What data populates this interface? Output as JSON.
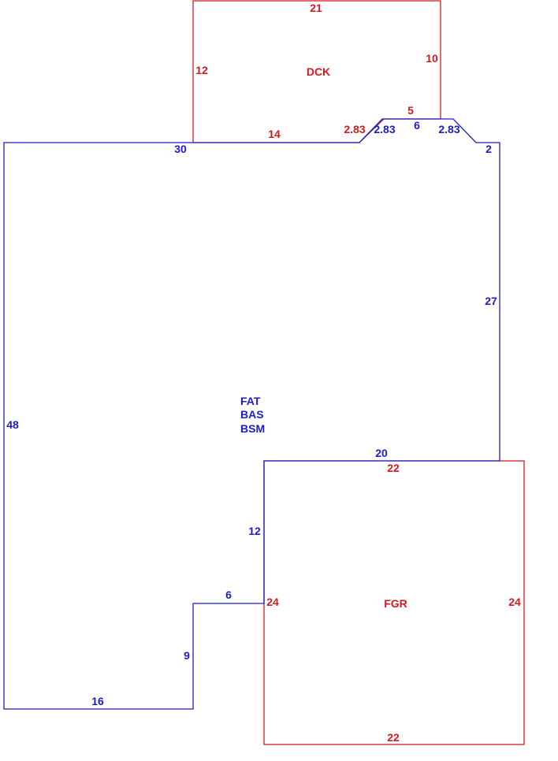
{
  "colors": {
    "main": "#1c1cc8",
    "secondary": "#d21a1a",
    "background": "#ffffff"
  },
  "areas": {
    "main": {
      "codes": [
        "FAT",
        "BAS",
        "BSM"
      ]
    },
    "deck": {
      "code": "DCK"
    },
    "garage": {
      "code": "FGR"
    }
  },
  "dimensions": {
    "main": {
      "top_left": "30",
      "bevel_left": "2.83",
      "bump_top": "6",
      "bevel_right": "2.83",
      "right_small": "2",
      "right": "27",
      "garage_shared_top": "20",
      "garage_shared_side": "12",
      "notch_top": "6",
      "notch_side": "9",
      "bottom": "16",
      "left": "48"
    },
    "deck": {
      "top": "21",
      "left": "12",
      "right": "10",
      "bump": "5",
      "bottom": "14",
      "bevel": "2.83"
    },
    "garage": {
      "top": "22",
      "left": "24",
      "right": "24",
      "bottom": "22"
    }
  }
}
